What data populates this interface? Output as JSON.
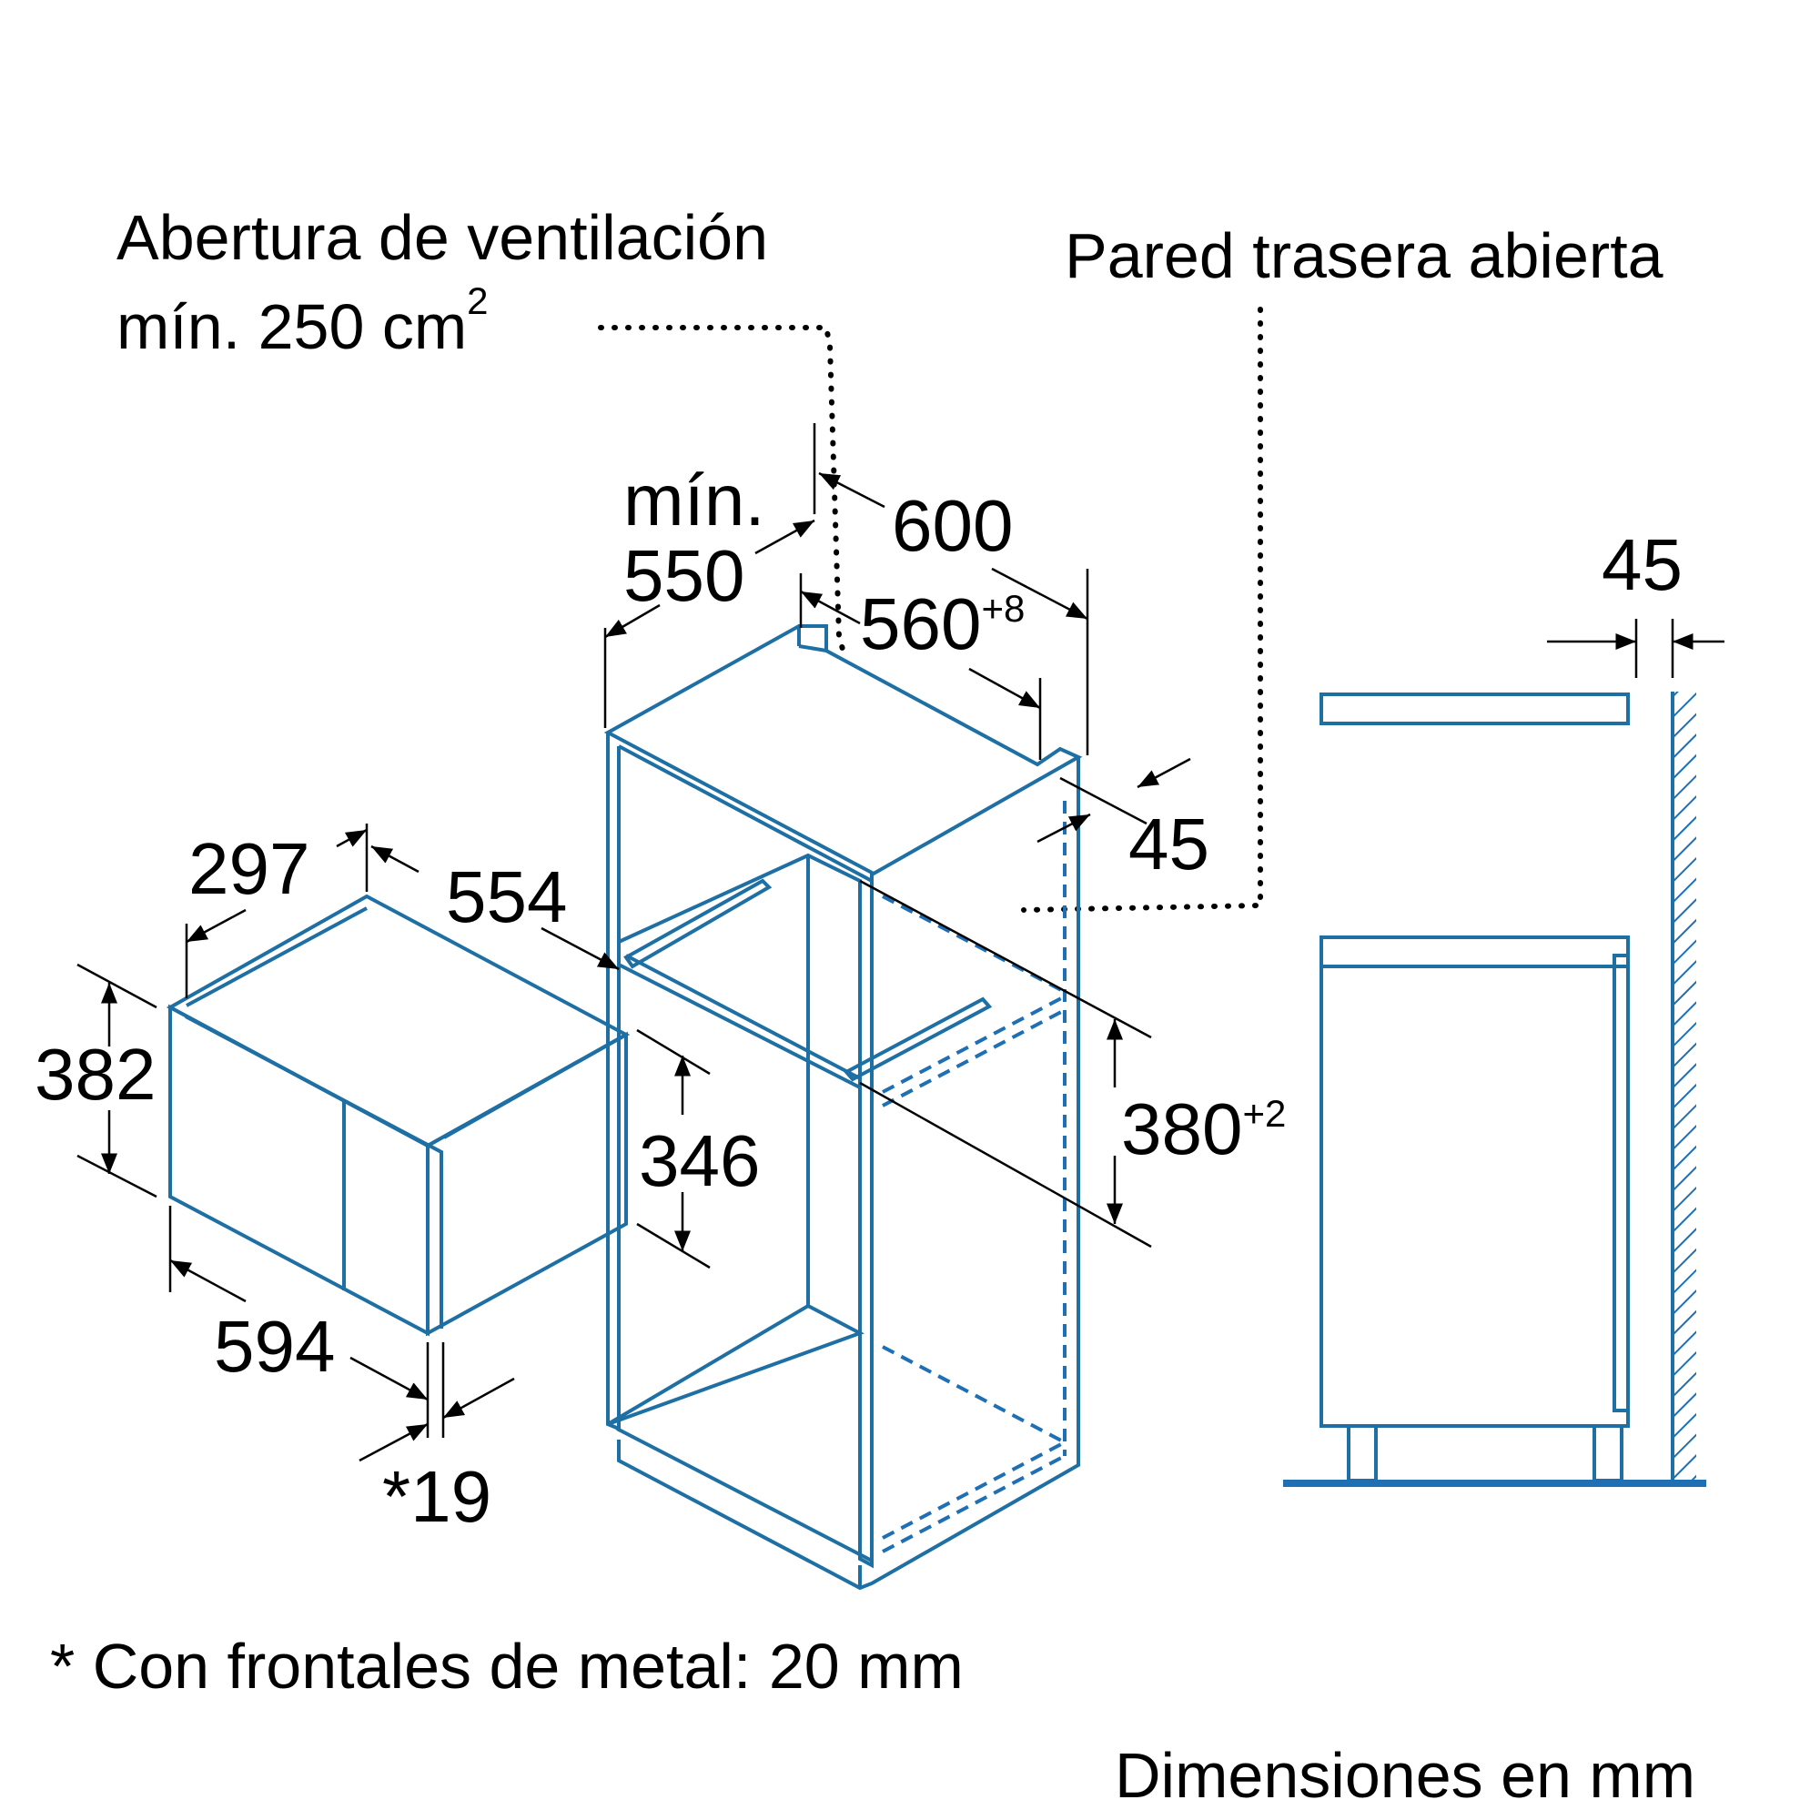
{
  "colors": {
    "line": "#1e6fa3",
    "accent": "#1e6fb4",
    "text": "#000000"
  },
  "labels": {
    "vent_line1": "Abertura de ventilación",
    "vent_line2": "mín. 250 cm",
    "vent_sup": "2",
    "rear_wall": "Pared trasera abierta",
    "footnote": "* Con frontales de metal: 20 mm",
    "units": "Dimensiones en mm"
  },
  "dimensions": {
    "min_word": "mín.",
    "d550": "550",
    "d600": "600",
    "d560": "560",
    "d560_sup": "+8",
    "d45_top": "45",
    "d45_side": "45",
    "d297": "297",
    "d554": "554",
    "d382": "382",
    "d346": "346",
    "d380": "380",
    "d380_sup": "+2",
    "d594": "594",
    "d19": "*19"
  }
}
